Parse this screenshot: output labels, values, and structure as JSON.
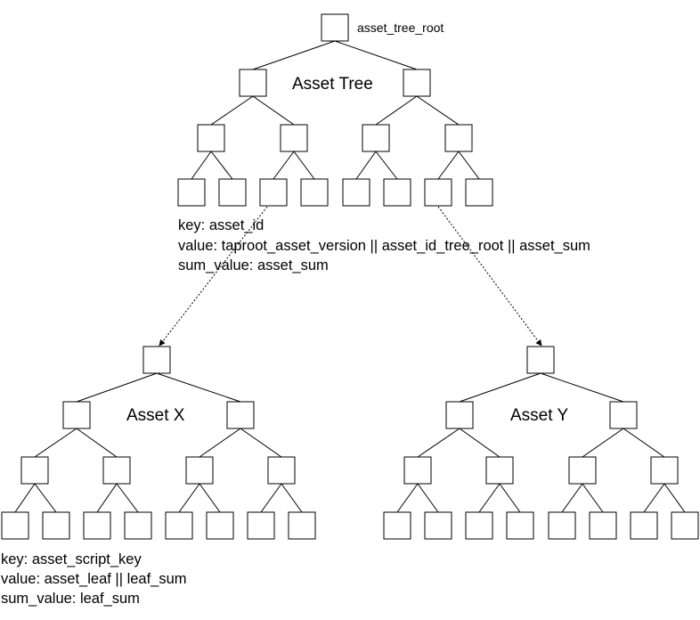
{
  "root_label": "asset_tree_root",
  "asset_tree": {
    "title": "Asset Tree",
    "leaf_info": {
      "key": "key:  asset_id",
      "value": "value: taproot_asset_version || asset_id_tree_root || asset_sum",
      "sum_value": "sum_value: asset_sum"
    }
  },
  "asset_x": {
    "title": "Asset X",
    "leaf_info": {
      "key": "key: asset_script_key",
      "value": "value: asset_leaf || leaf_sum",
      "sum_value": "sum_value: leaf_sum"
    }
  },
  "asset_y": {
    "title": "Asset Y"
  },
  "colors": {
    "stroke": "#000000",
    "background": "#ffffff"
  }
}
